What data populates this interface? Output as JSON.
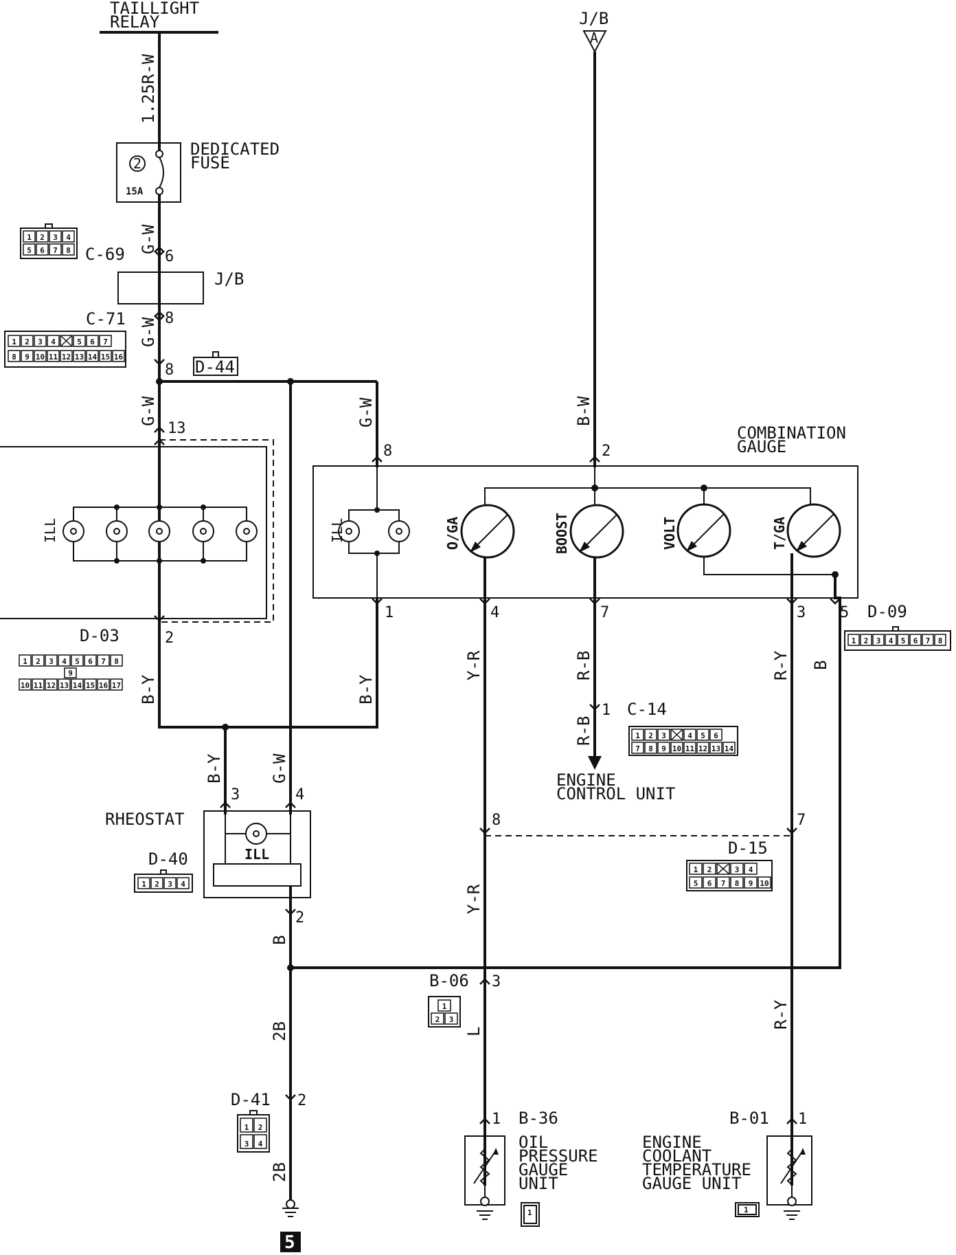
{
  "labels": {
    "taillight_relay_1": "TAILLIGHT",
    "taillight_relay_2": "RELAY",
    "jb_top": "J/B",
    "jb_top_terminal": "A",
    "wire_125rw": "1.25R-W",
    "dedicated_fuse_1": "DEDICATED",
    "dedicated_fuse_2": "FUSE",
    "fuse_number": "2",
    "fuse_rating": "15A",
    "wire_gw": "G-W",
    "wire_by": "B-Y",
    "wire_bw": "B-W",
    "wire_yr": "Y-R",
    "wire_rb": "R-B",
    "wire_ry": "R-Y",
    "wire_b": "B",
    "wire_2b": "2B",
    "wire_l": "L",
    "jb_mid": "J/B",
    "combination_gauge_1": "COMBINATION",
    "combination_gauge_2": "GAUGE",
    "ill": "ILL",
    "oga": "O/GA",
    "boost": "BOOST",
    "volt": "VOLT",
    "tga": "T/GA",
    "engine_control_unit_1": "ENGINE",
    "engine_control_unit_2": "CONTROL UNIT",
    "rheostat": "RHEOSTAT",
    "oil_1": "OIL",
    "oil_2": "PRESSURE",
    "oil_3": "GAUGE",
    "oil_4": "UNIT",
    "coolant_1": "ENGINE",
    "coolant_2": "COOLANT",
    "coolant_3": "TEMPERATURE",
    "coolant_4": "GAUGE UNIT",
    "ground_number": "5"
  },
  "connectors": {
    "c69": "C-69",
    "c71": "C-71",
    "d44": "D-44",
    "d03": "D-03",
    "d09": "D-09",
    "c14": "C-14",
    "d15": "D-15",
    "d40": "D-40",
    "b06": "B-06",
    "d41": "D-41",
    "b36": "B-36",
    "b01": "B-01"
  },
  "pins": {
    "p6": "6",
    "p8a": "8",
    "p8b": "8",
    "p13": "13",
    "p2_d03": "2",
    "p8_cg": "8",
    "p2_cg": "2",
    "p1_cg": "1",
    "p4_cg": "4",
    "p7_cg": "7",
    "p3_cg": "3",
    "p5_cg": "5",
    "p1_c14": "1",
    "p3_rh": "3",
    "p4_rh": "4",
    "p2_rh": "2",
    "p8_d15": "8",
    "p7_d15": "7",
    "p3_b06": "3",
    "p2_d41": "2",
    "p1_b36": "1",
    "p1_b01": "1"
  },
  "connector_faces": {
    "c69": [
      [
        "1",
        "2",
        "3",
        "4"
      ],
      [
        "5",
        "6",
        "7",
        "8"
      ]
    ],
    "c71": [
      [
        "1",
        "2",
        "3",
        "4",
        "",
        "5",
        "6",
        "7"
      ],
      [
        "8",
        "9",
        "10",
        "11",
        "12",
        "13",
        "14",
        "15",
        "16"
      ]
    ],
    "d03_top": [
      "1",
      "2",
      "3",
      "4",
      "5",
      "6",
      "7",
      "8"
    ],
    "d03_mid": [
      "9"
    ],
    "d03_bot": [
      "10",
      "11",
      "12",
      "13",
      "14",
      "15",
      "16",
      "17"
    ],
    "d09": [
      "1",
      "2",
      "3",
      "4",
      "5",
      "6",
      "7",
      "8"
    ],
    "c14": [
      [
        "1",
        "2",
        "3",
        "",
        "4",
        "5",
        "6"
      ],
      [
        "7",
        "8",
        "9",
        "10",
        "11",
        "12",
        "13",
        "14"
      ]
    ],
    "d15": [
      [
        "1",
        "2",
        "",
        "3",
        "4"
      ],
      [
        "5",
        "6",
        "7",
        "8",
        "9",
        "10"
      ]
    ],
    "d40": [
      "1",
      "2",
      "3",
      "4"
    ],
    "b06": [
      [
        "1"
      ],
      [
        "2",
        "3"
      ]
    ],
    "d41": [
      [
        "1",
        "2"
      ],
      [
        "3",
        "4"
      ]
    ],
    "b36": [
      "1"
    ],
    "b01": [
      "1"
    ]
  }
}
